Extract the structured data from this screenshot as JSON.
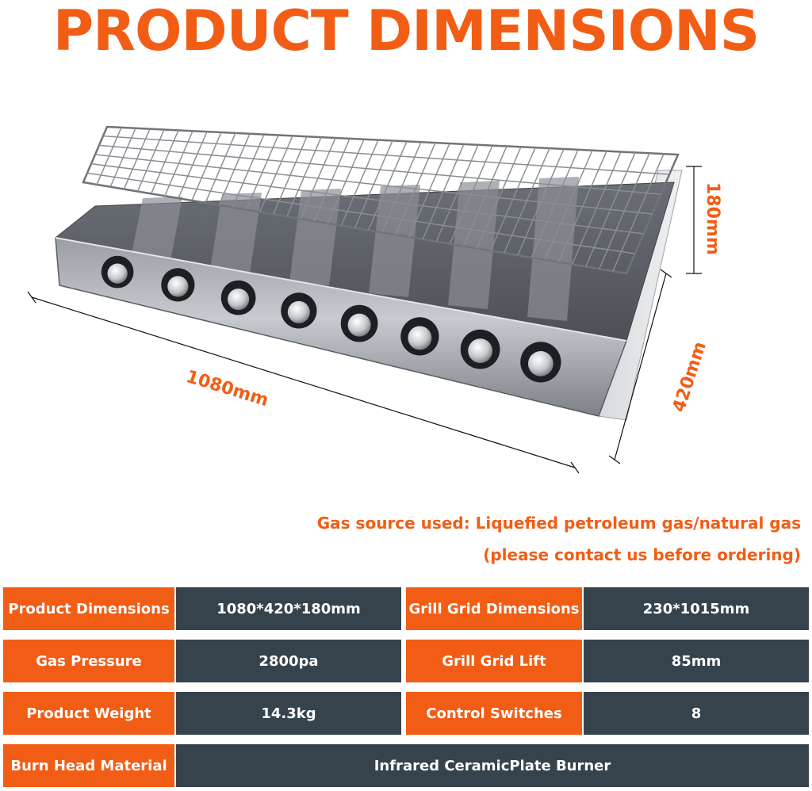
{
  "title": "PRODUCT DIMENSIONS",
  "dimensions": {
    "width": "1080mm",
    "depth": "420mm",
    "height": "180mm"
  },
  "notes": {
    "line1": "Gas source used: Liquefied petroleum gas/natural gas",
    "line2": "(please contact us before ordering)"
  },
  "specs": {
    "product_dimensions": {
      "label": "Product Dimensions",
      "value": "1080*420*180mm"
    },
    "grill_grid_dimensions": {
      "label": "Grill Grid Dimensions",
      "value": "230*1015mm"
    },
    "gas_pressure": {
      "label": "Gas Pressure",
      "value": "2800pa"
    },
    "grill_grid_lift": {
      "label": "Grill Grid Lift",
      "value": "85mm"
    },
    "product_weight": {
      "label": "Product Weight",
      "value": "14.3kg"
    },
    "control_switches": {
      "label": "Control Switches",
      "value": "8"
    },
    "burn_head_material": {
      "label": "Burn Head Material",
      "value": "Infrared CeramicPlate Burner"
    }
  },
  "colors": {
    "accent": "#f25d15",
    "value_bg": "#37434c",
    "text_on_cell": "#ffffff",
    "steel_dark": "#5d6168",
    "steel_light": "#c9ccd0"
  },
  "knob_count": 8
}
